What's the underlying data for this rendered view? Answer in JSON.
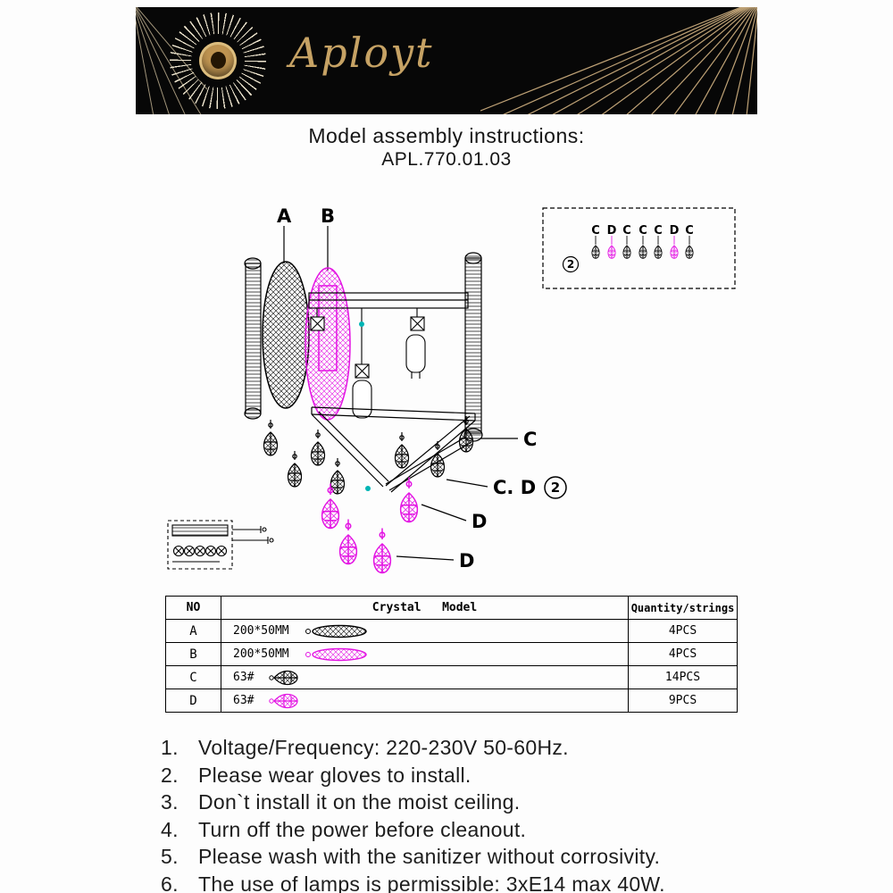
{
  "colors": {
    "magenta": "#e313e3",
    "gold": "#c6a264",
    "cyan": "#00b4b4",
    "black": "#000000"
  },
  "header": {
    "brand": "Aployt"
  },
  "title": {
    "line1": "Model assembly instructions:",
    "line2": "APL.770.01.03"
  },
  "diagram": {
    "label_a": "A",
    "label_b": "B",
    "label_c": "C",
    "label_cd": "C. D",
    "label_cd_num": "2",
    "label_d1": "D",
    "label_d2": "D",
    "inset": {
      "letters": [
        "C",
        "D",
        "C",
        "C",
        "C",
        "D",
        "C"
      ],
      "circle_num": "2"
    }
  },
  "table": {
    "col_no": "NO",
    "col_model": "Crystal   Model",
    "col_qty": "Quantity/strings",
    "rows": [
      {
        "no": "A",
        "size": "200*50MM",
        "qty": "4PCS"
      },
      {
        "no": "B",
        "size": "200*50MM",
        "qty": "4PCS"
      },
      {
        "no": "C",
        "size": "63#",
        "qty": "14PCS"
      },
      {
        "no": "D",
        "size": "63#",
        "qty": "9PCS"
      }
    ]
  },
  "instructions": [
    {
      "num": "1.",
      "text": "Voltage/Frequency: 220-230V 50-60Hz."
    },
    {
      "num": "2.",
      "text": "Please wear gloves to install."
    },
    {
      "num": "3.",
      "text": "Don`t install it on the moist ceiling."
    },
    {
      "num": "4.",
      "text": "Turn off the power before cleanout."
    },
    {
      "num": "5.",
      "text": "Please wash with the sanitizer without corrosivity."
    },
    {
      "num": "6.",
      "text": "The use of lamps is permissible: 3xE14 max 40W."
    }
  ]
}
